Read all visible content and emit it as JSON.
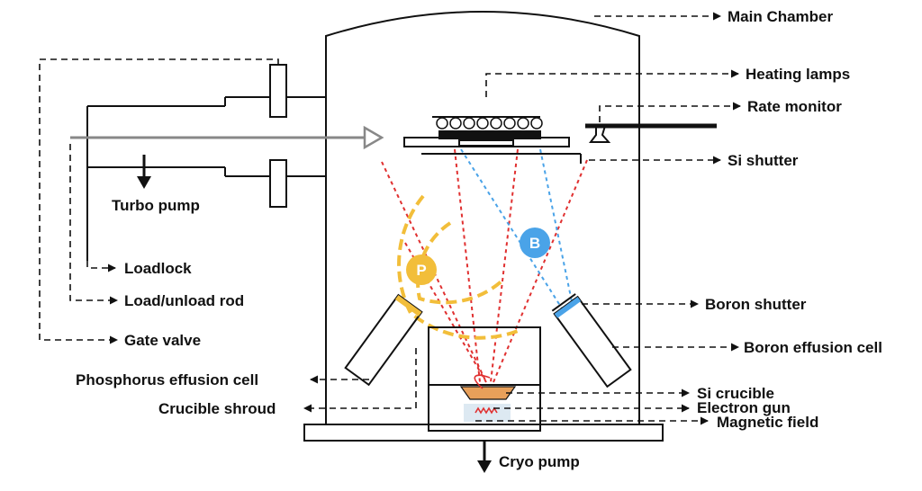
{
  "labels": {
    "main_chamber": "Main Chamber",
    "heating_lamps": "Heating lamps",
    "rate_monitor": "Rate monitor",
    "si_shutter": "Si shutter",
    "turbo_pump": "Turbo pump",
    "loadlock": "Loadlock",
    "load_unload_rod": "Load/unload rod",
    "gate_valve": "Gate valve",
    "boron_shutter": "Boron shutter",
    "boron_effusion_cell": "Boron effusion cell",
    "phosphorus_effusion_cell": "Phosphorus effusion cell",
    "crucible_shroud": "Crucible shroud",
    "si_crucible": "Si crucible",
    "electron_gun": "Electron gun",
    "magnetic_field": "Magnetic field",
    "cryo_pump": "Cryo pump"
  },
  "badges": {
    "phosphorus": "P",
    "boron": "B"
  },
  "colors": {
    "phosphorus": "#f2be3a",
    "boron": "#4aa3e8",
    "beam_red": "#e03030",
    "beam_blue": "#4aa3e8",
    "crucible": "#e8a05a",
    "shroud_fill": "#dde9f2",
    "heater_block": "#111111",
    "rod_arrow": "#888888"
  }
}
